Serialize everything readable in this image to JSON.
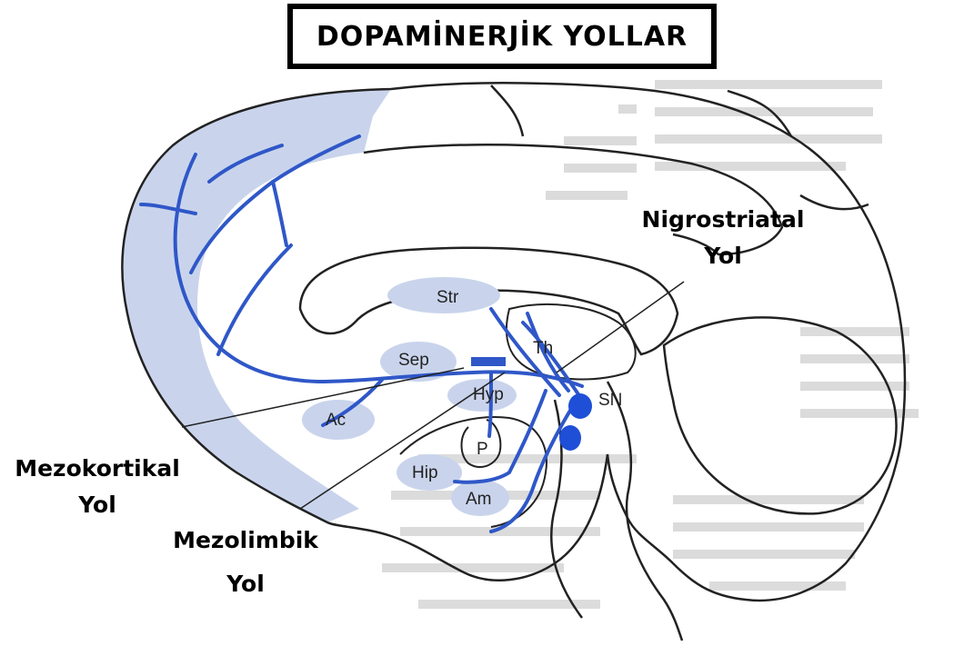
{
  "title": "DOPAMİNERJİK YOLLAR",
  "pathways": {
    "nigrostriatal": [
      "Nigrostriatal",
      "Yol"
    ],
    "mezokortikal": [
      "Mezokortikal",
      "Yol"
    ],
    "mezolimbik": [
      "Mezolimbik",
      "Yol"
    ]
  },
  "structures": {
    "str": "Str",
    "th": "Th",
    "sep": "Sep",
    "hyp": "Hyp",
    "sn": "SN",
    "ac": "Ac",
    "p": "P",
    "hip": "Hip",
    "am": "Am"
  },
  "colors": {
    "pathway_blue": "#2f57c8",
    "cortex_shade": "#c9d4ec",
    "nucleus_fill": "#1e4fd6"
  }
}
